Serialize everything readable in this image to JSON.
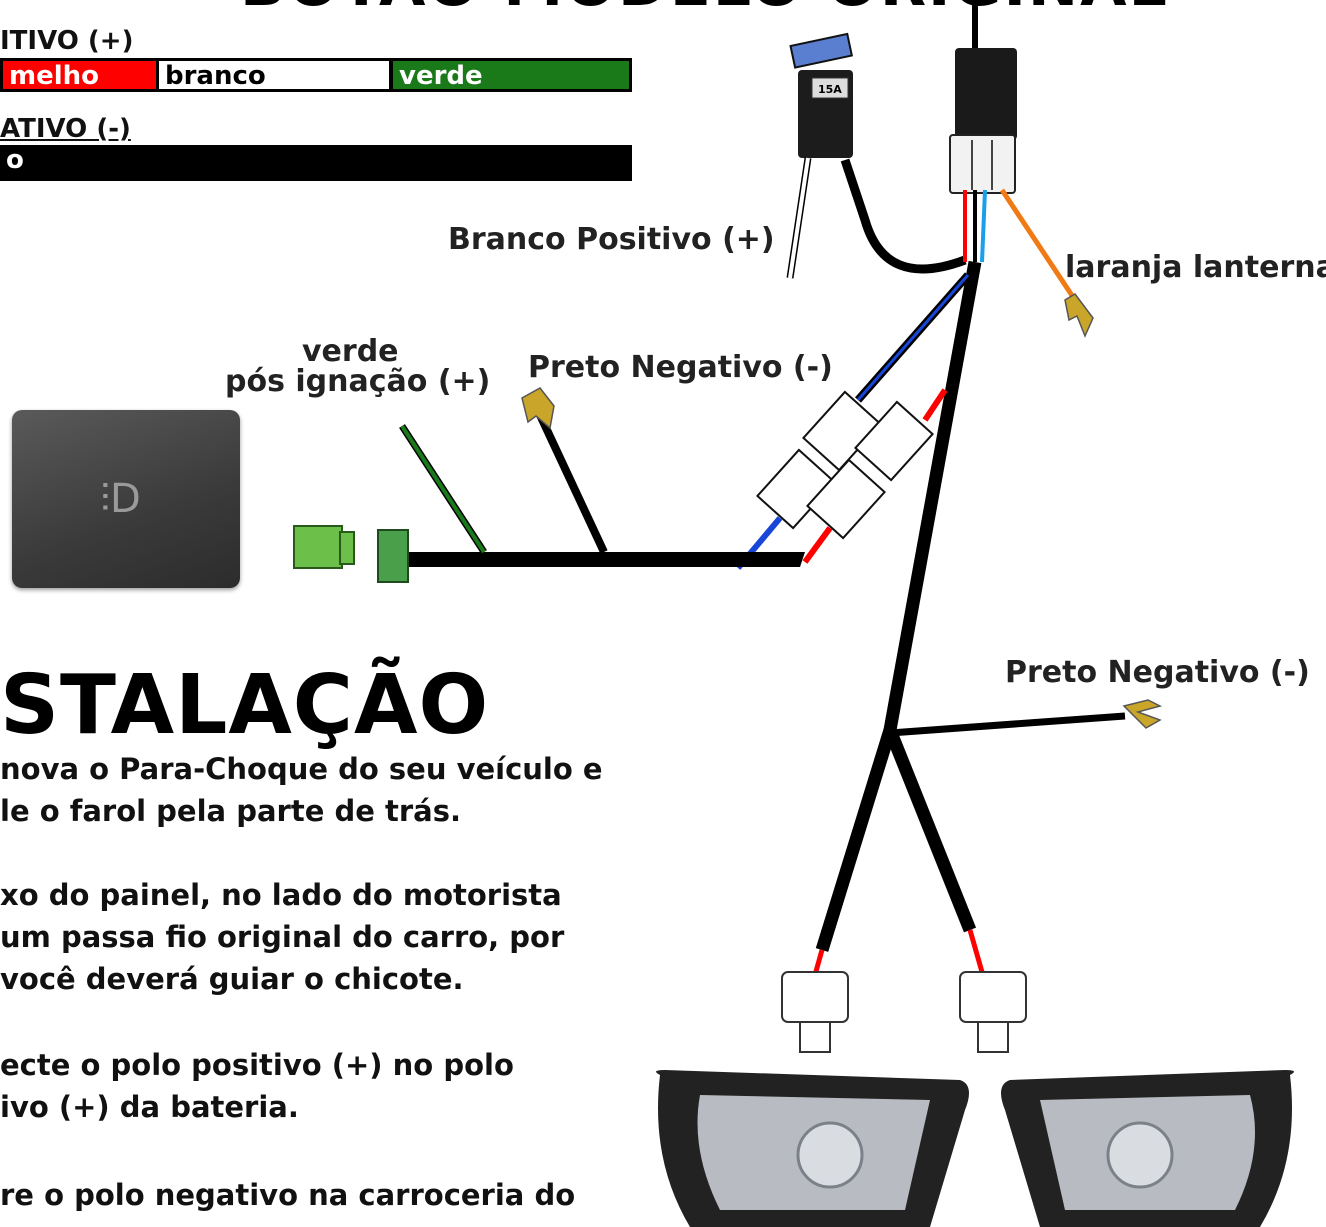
{
  "header": {
    "title": "BOTÃO MODELO ORIGINAL"
  },
  "legend": {
    "positive_title": "ITIVO (+)",
    "positive_colors": [
      "melho",
      "branco",
      "verde"
    ],
    "negative_title": "ATIVO (-)",
    "negative_color": "o"
  },
  "wire_labels": {
    "branco_positivo": "Branco Positivo (+)",
    "laranja_lanterna": "laranja lanterna",
    "verde": "verde",
    "pos_ignacao": "pós ignação (+)",
    "preto_negativo_top": "Preto Negativo (-)",
    "preto_negativo_right": "Preto Negativo (-)"
  },
  "fuse": {
    "label": "15A"
  },
  "switch": {
    "icon": "fog-light-icon"
  },
  "instructions": {
    "title": "STALAÇÃO",
    "lines": [
      "nova o Para-Choque do seu veículo e",
      "le o farol pela parte de trás.",
      "xo do painel, no lado do motorista",
      "um passa fio original do carro, por",
      " você deverá guiar o chicote.",
      "ecte o polo positivo (+) no polo",
      "ivo (+) da bateria.",
      "re o polo negativo na  carroceria do"
    ]
  },
  "colors": {
    "red": "#ff0000",
    "green": "#1a7a1a",
    "black": "#000000",
    "orange": "#f07a14",
    "blue": "#1846d8",
    "terminal_gold": "#c9a62a"
  }
}
